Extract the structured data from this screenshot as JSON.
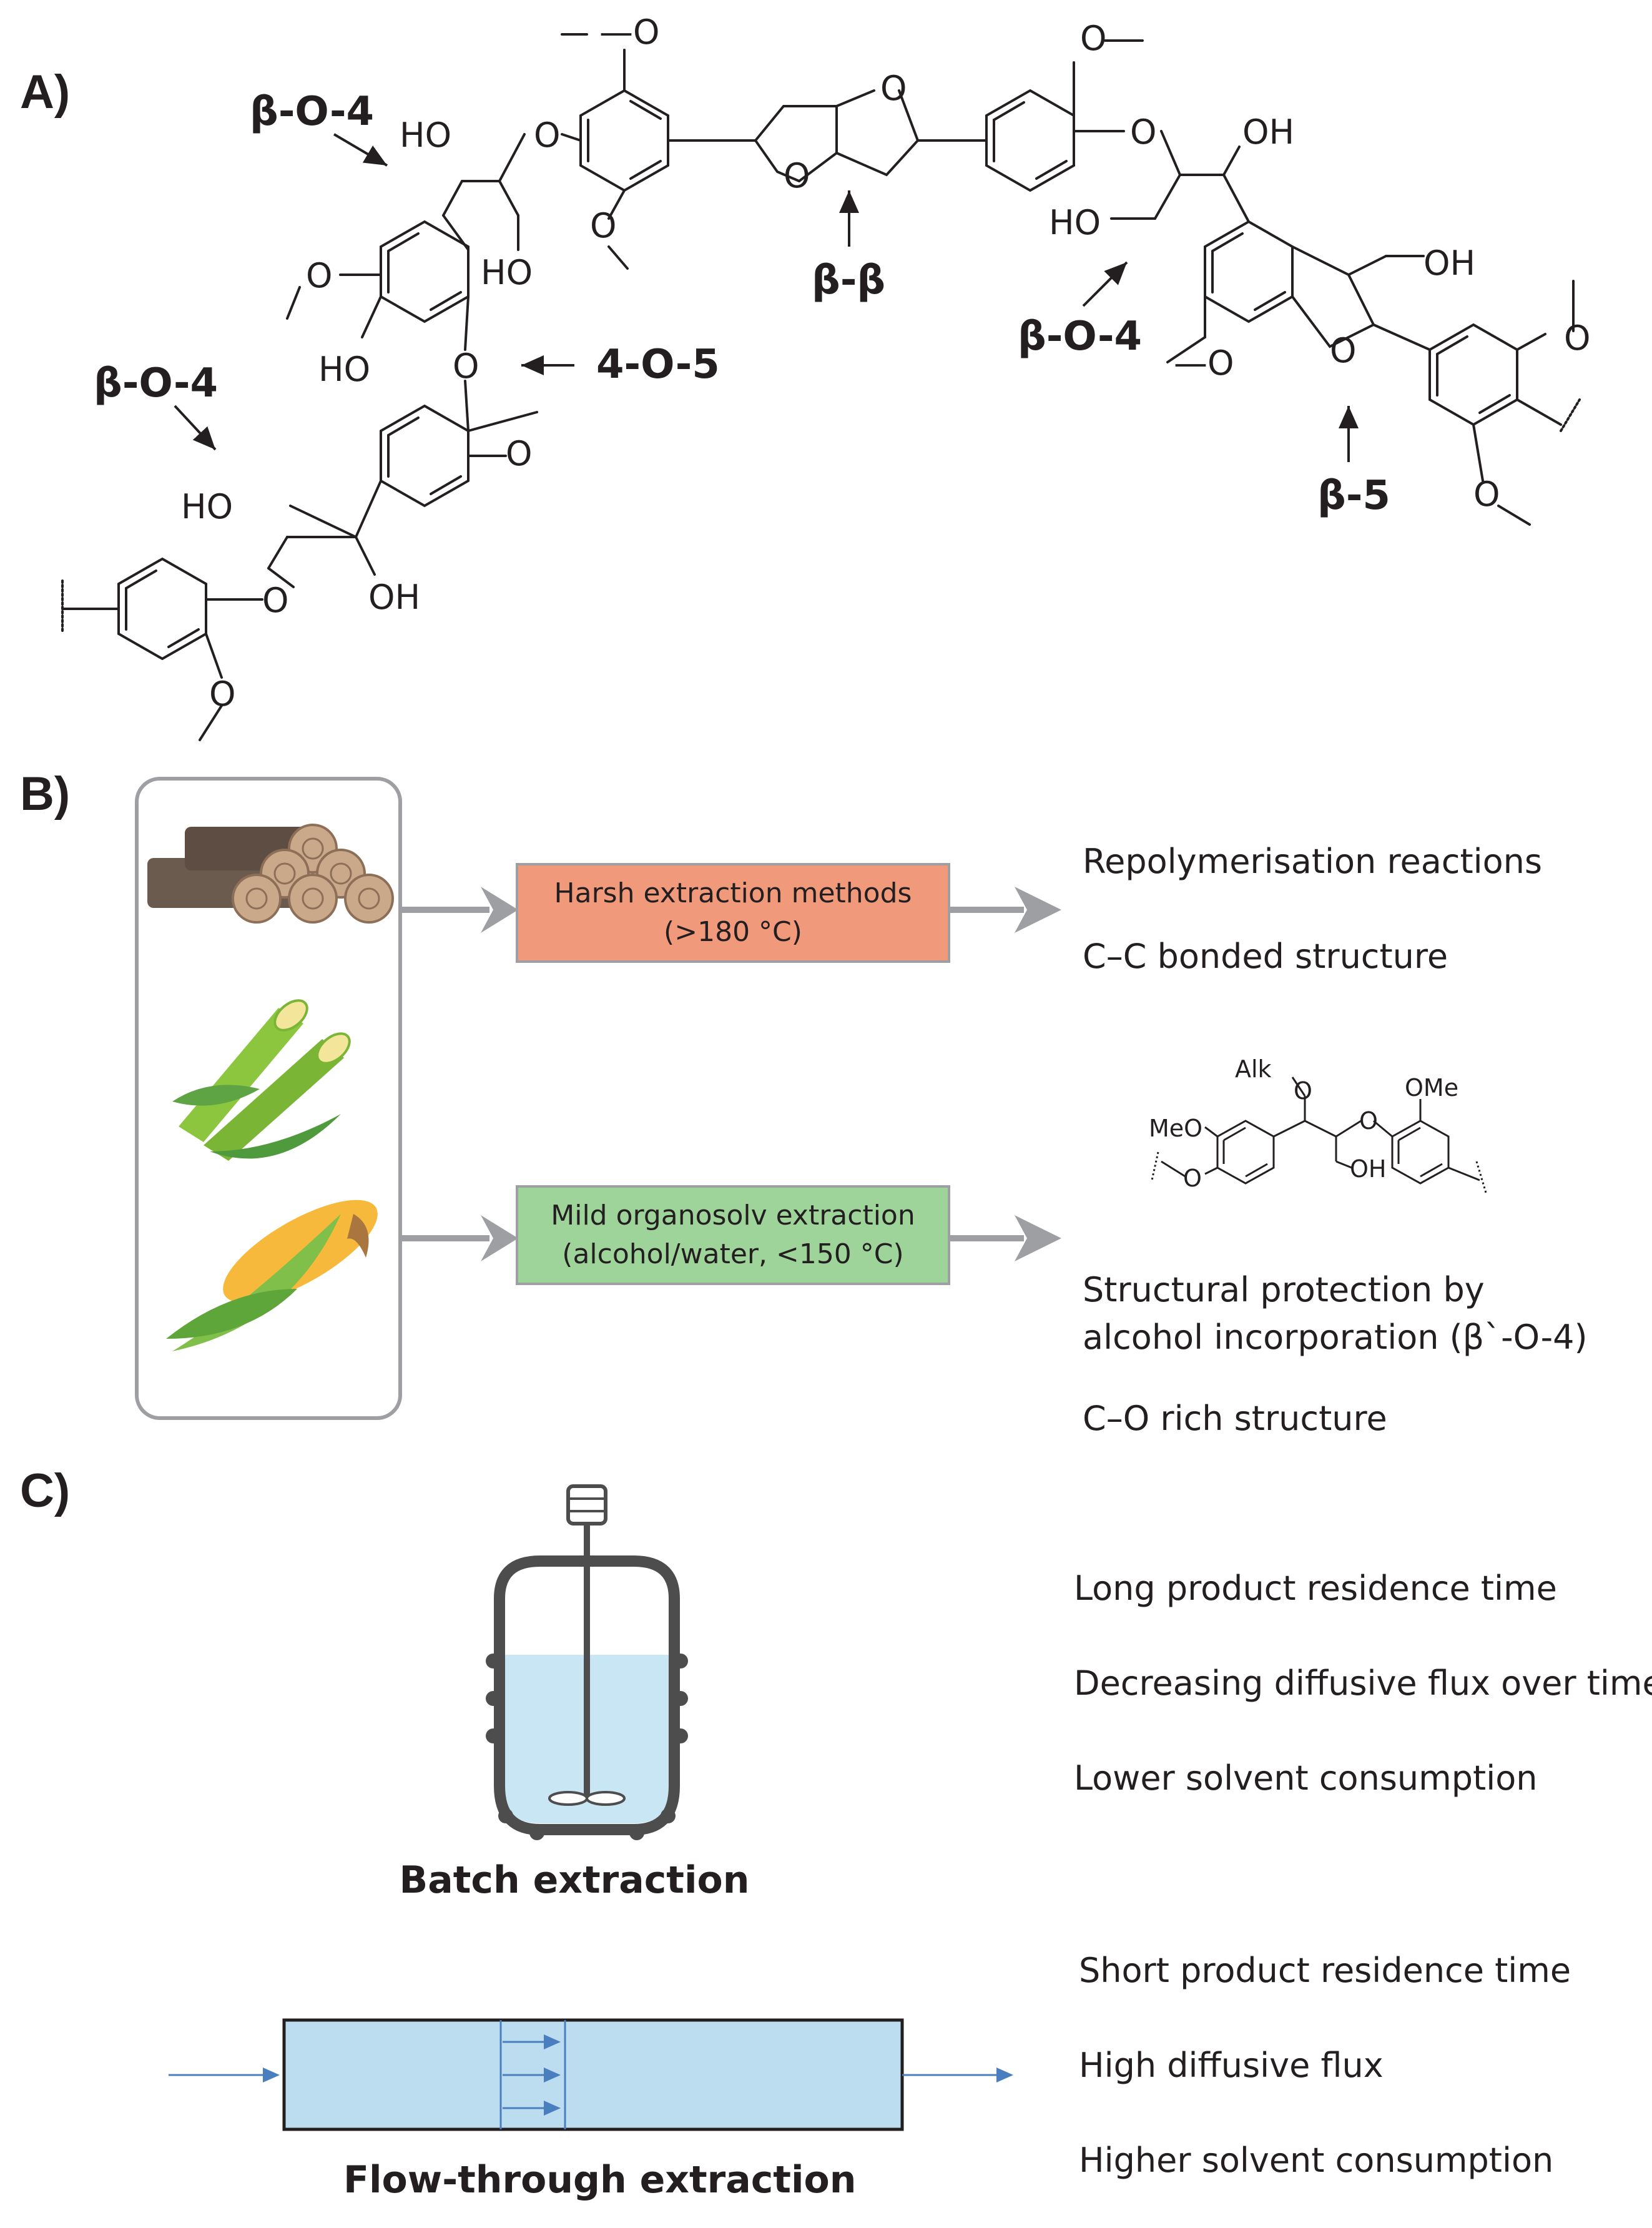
{
  "panels": {
    "a_label": "A)",
    "b_label": "B)",
    "c_label": "C)"
  },
  "structure_a": {
    "linkages": {
      "bo4_top_left": "β-O-4",
      "bo4_left": "β-O-4",
      "four_o_five": "4-O-5",
      "beta_beta": "β-β",
      "bo4_right": "β-O-4",
      "beta_five": "β-5"
    },
    "atoms": {
      "o": "O",
      "ho": "HO",
      "oh": "OH"
    }
  },
  "panel_b": {
    "harsh_box_line1": "Harsh extraction methods",
    "harsh_box_line2": "(>180 °C)",
    "mild_box_line1": "Mild organosolv extraction",
    "mild_box_line2": "(alcohol/water, <150 °C)",
    "harsh_outcomes": [
      "Repolymerisation reactions",
      "C–C bonded structure"
    ],
    "mild_outcome_line1": "Structural protection by",
    "mild_outcome_line2": "alcohol incorporation (β`-O-4)",
    "mild_outcome_structure": "C–O rich structure",
    "small_structure": {
      "alk": "Alk",
      "ome": "OMe",
      "meo": "MeO",
      "oh": "OH",
      "o": "O"
    },
    "colors": {
      "harsh_box": "#f19a7b",
      "mild_box": "#9ed49a",
      "arrow": "#9d9fa2"
    },
    "biomass_icons": [
      "wood-logs-icon",
      "sugarcane-icon",
      "corn-cob-icon"
    ]
  },
  "panel_c": {
    "batch_caption": "Batch extraction",
    "flow_caption": "Flow-through extraction",
    "batch_points": [
      "Long product residence time",
      "Decreasing diffusive flux over time",
      "Lower solvent consumption"
    ],
    "flow_points": [
      "Short product residence time",
      "High diffusive flux",
      "Higher solvent consumption"
    ],
    "colors": {
      "liquid": "#c9e6f5",
      "flow_tube": "#bcdcf0",
      "flow_arrow": "#4a7fbf"
    }
  }
}
